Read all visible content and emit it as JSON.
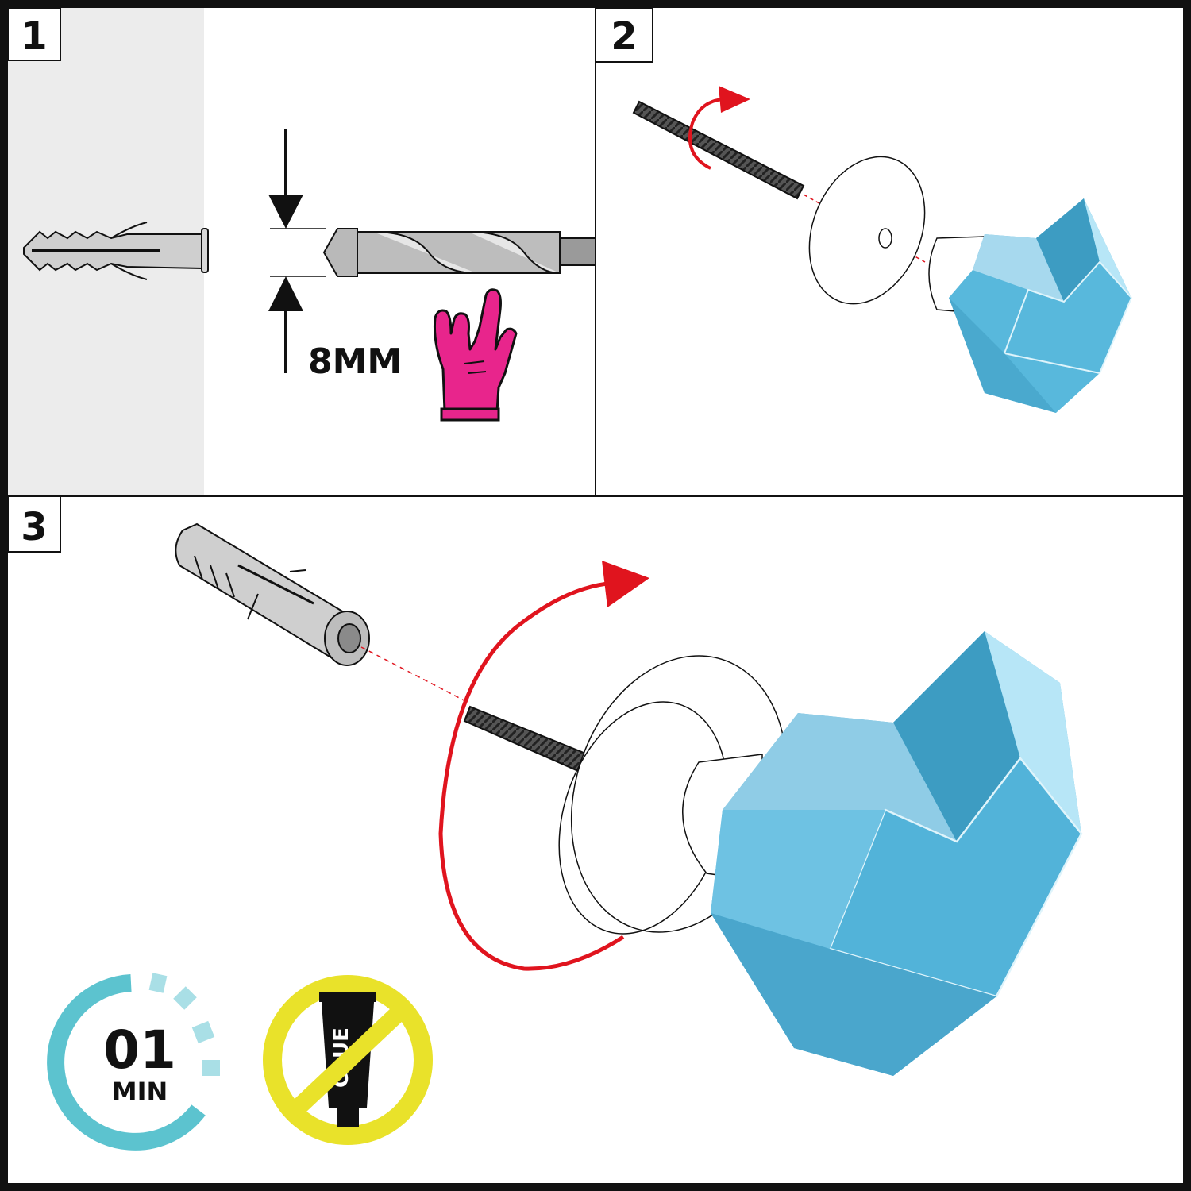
{
  "steps": [
    {
      "number": "1"
    },
    {
      "number": "2"
    },
    {
      "number": "3"
    }
  ],
  "drill": {
    "size_label": "8MM"
  },
  "timer": {
    "value": "01",
    "unit": "MIN"
  },
  "glue_badge": {
    "tube_text": "GLUE"
  },
  "colors": {
    "frame": "#111111",
    "wall": "#ececec",
    "hand": "#e8258c",
    "arrow_red": "#e0141e",
    "knob_blue": "#58b8dc",
    "knob_light": "#b7e6f7",
    "knob_dark": "#3d9cc2",
    "timer_teal": "#5cc3cf",
    "timer_light": "#a9dfe6",
    "no_glue_yellow": "#e9e22a"
  },
  "icons": [
    "wall-plug-icon",
    "drill-bit-icon",
    "rock-hand-icon",
    "screw-icon",
    "rotation-arrow-icon",
    "timer-icon",
    "no-glue-icon"
  ]
}
